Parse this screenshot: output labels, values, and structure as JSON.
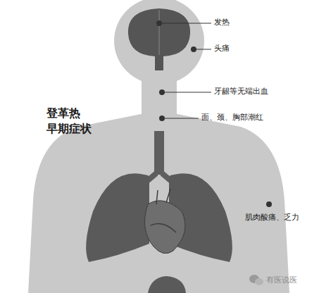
{
  "diagram": {
    "title": "登革热 早期症状",
    "labels": [
      "发热",
      "头痛",
      "牙龈等无端出血",
      "面、颈、胸部潮红",
      "肌肉酸痛、乏力",
      "有医说医"
    ]
  }
}
